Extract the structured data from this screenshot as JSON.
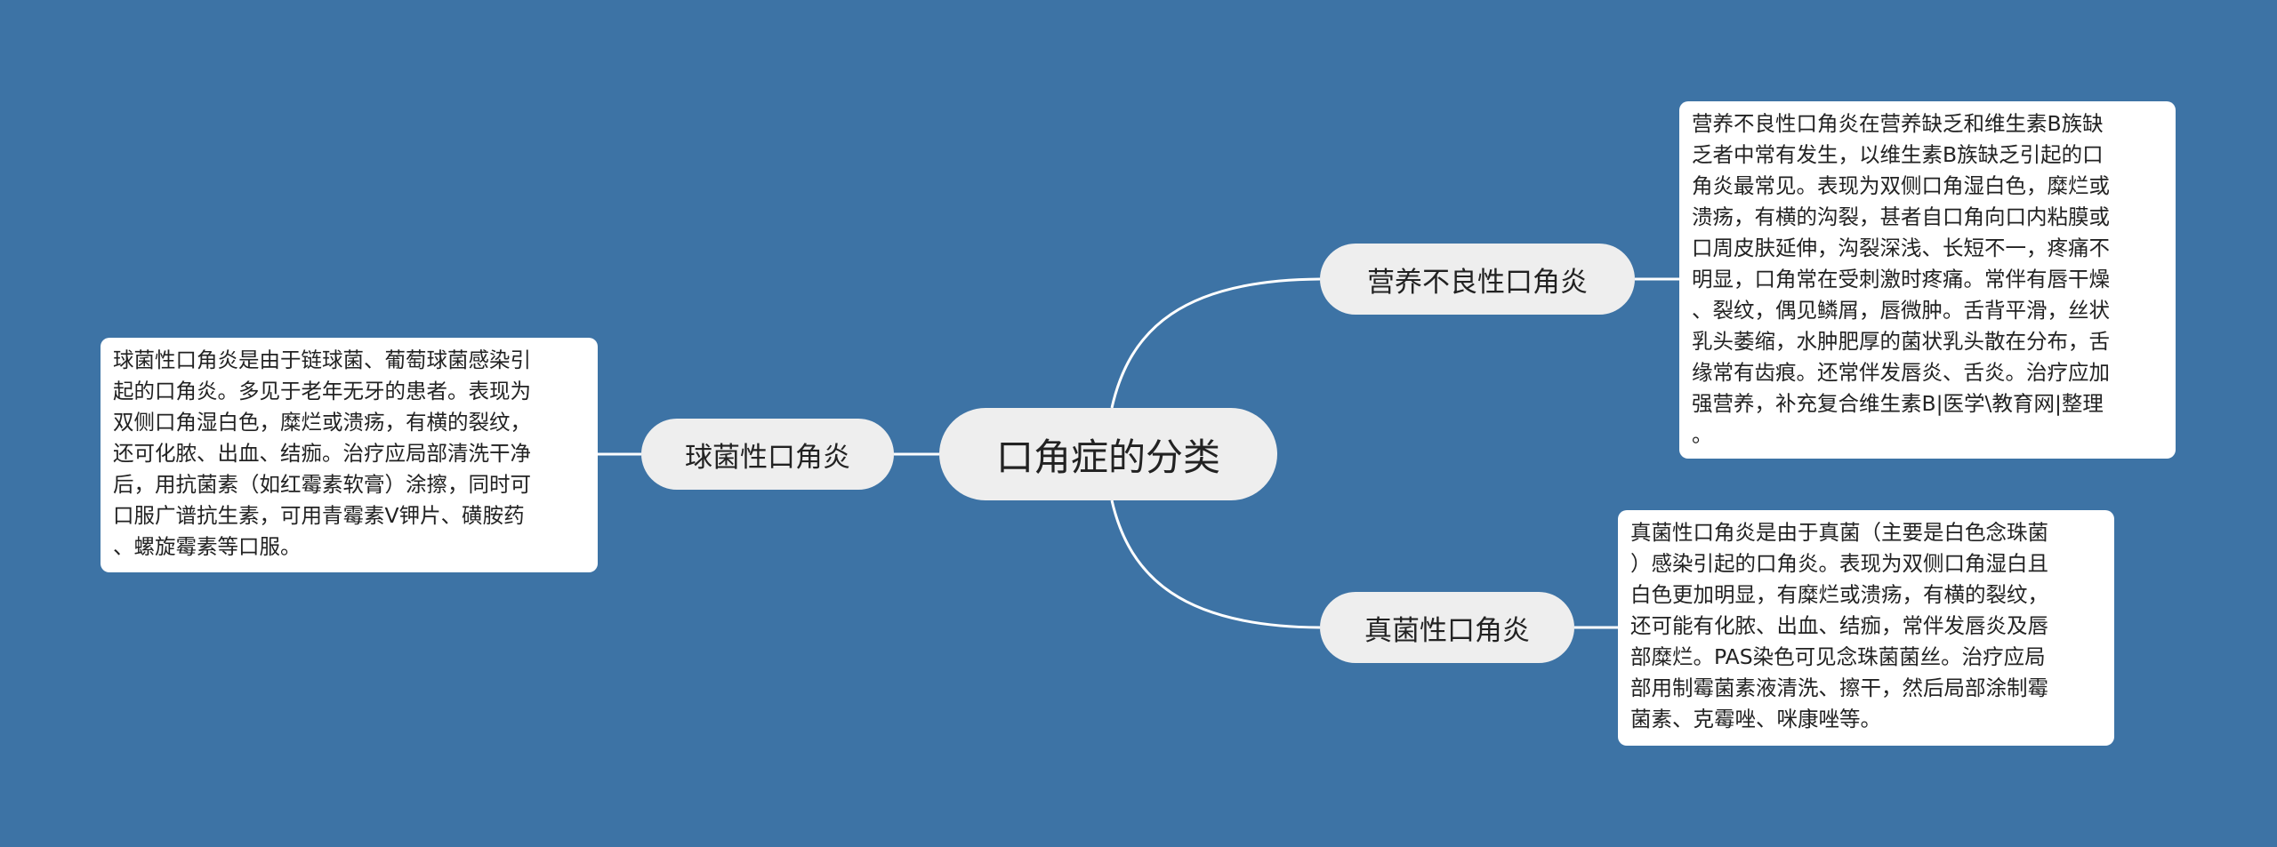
{
  "root": {
    "label": "口角症的分类"
  },
  "branches": {
    "top": {
      "label": "营养不良性口角炎",
      "detail": "营养不良性口角炎在营养缺乏和维生素B族缺\n乏者中常有发生，以维生素B族缺乏引起的口\n角炎最常见。表现为双侧口角湿白色，糜烂或\n溃疡，有横的沟裂，甚者自口角向口内粘膜或\n口周皮肤延伸，沟裂深浅、长短不一，疼痛不\n明显，口角常在受刺激时疼痛。常伴有唇干燥\n、裂纹，偶见鳞屑，唇微肿。舌背平滑，丝状\n乳头萎缩，水肿肥厚的菌状乳头散在分布，舌\n缘常有齿痕。还常伴发唇炎、舌炎。治疗应加\n强营养，补充复合维生素B|医学\\教育网|整理\n。"
    },
    "left": {
      "label": "球菌性口角炎",
      "detail": "球菌性口角炎是由于链球菌、葡萄球菌感染引\n起的口角炎。多见于老年无牙的患者。表现为\n双侧口角湿白色，糜烂或溃疡，有横的裂纹，\n还可化脓、出血、结痂。治疗应局部清洗干净\n后，用抗菌素（如红霉素软膏）涂擦，同时可\n口服广谱抗生素，可用青霉素V钾片、磺胺药\n、螺旋霉素等口服。"
    },
    "bottom": {
      "label": "真菌性口角炎",
      "detail": "真菌性口角炎是由于真菌（主要是白色念珠菌\n）感染引起的口角炎。表现为双侧口角湿白且\n白色更加明显，有糜烂或溃疡，有横的裂纹，\n还可能有化脓、出血、结痂，常伴发唇炎及唇\n部糜烂。PAS染色可见念珠菌菌丝。治疗应局\n部用制霉菌素液清洗、擦干，然后局部涂制霉\n菌素、克霉唑、咪康唑等。"
    }
  },
  "colors": {
    "background": "#3d73a5",
    "node_fill": "#eeeeee",
    "leaf_fill": "#ffffff",
    "connector": "#ffffff"
  }
}
